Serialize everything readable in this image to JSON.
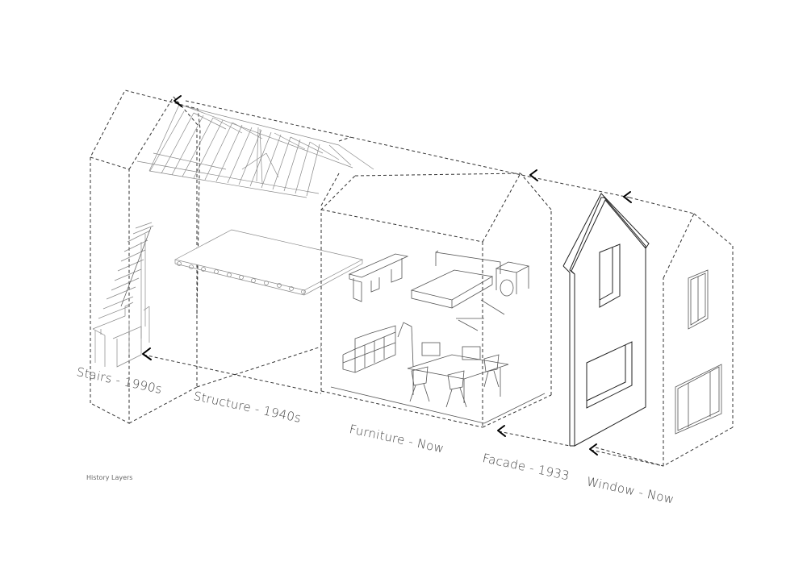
{
  "diagram": {
    "caption": "History Layers",
    "layers": [
      {
        "id": "stairs",
        "label": "Stairs - 1990s"
      },
      {
        "id": "structure",
        "label": "Structure - 1940s"
      },
      {
        "id": "furniture",
        "label": "Furniture - Now"
      },
      {
        "id": "facade",
        "label": "Facade - 1933"
      },
      {
        "id": "window",
        "label": "Window - Now"
      }
    ],
    "colors": {
      "background": "#ffffff",
      "line": "#222222",
      "dashed_line": "#333333",
      "label_text": "#444444",
      "arrow": "#000000"
    }
  }
}
